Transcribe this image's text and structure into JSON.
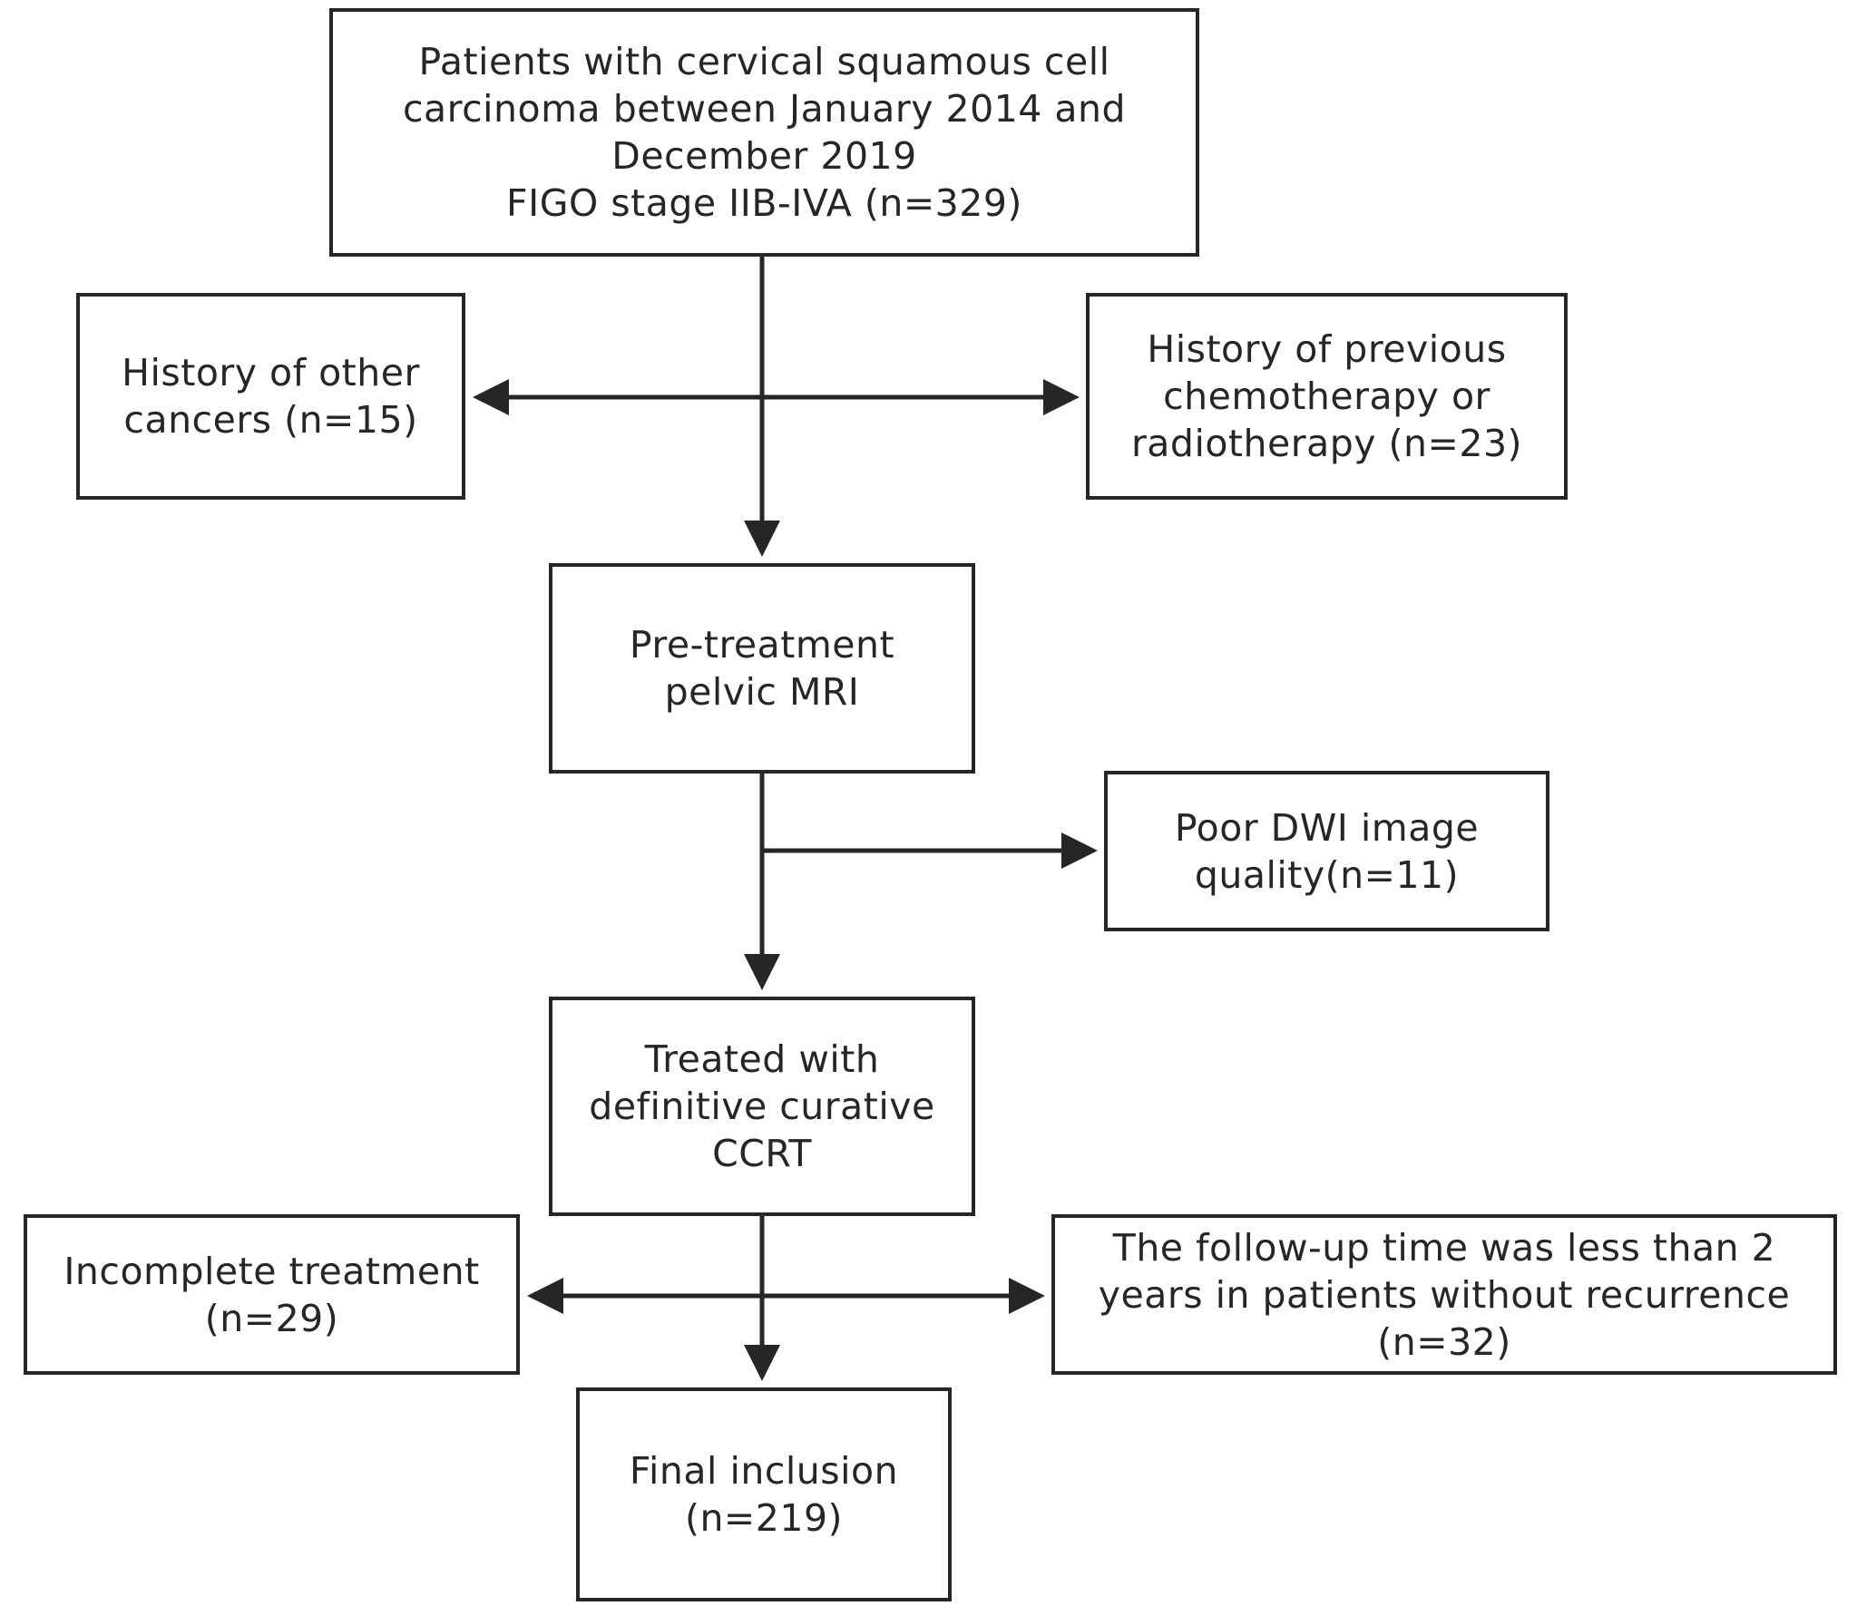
{
  "boxes": {
    "start": {
      "lines": [
        "Patients with cervical squamous cell",
        "carcinoma between January 2014 and",
        "December 2019",
        "FIGO stage IIB-IVA (n=329)"
      ]
    },
    "exclusion_other_cancers": {
      "lines": [
        "History of other",
        "cancers (n=15)"
      ]
    },
    "exclusion_previous_treatment": {
      "lines": [
        "History of previous",
        "chemotherapy or",
        "radiotherapy (n=23)"
      ]
    },
    "pretreatment_mri": {
      "lines": [
        "Pre-treatment",
        "pelvic MRI"
      ]
    },
    "exclusion_poor_dwi": {
      "lines": [
        "Poor DWI image",
        "quality(n=11)"
      ]
    },
    "treated_ccrt": {
      "lines": [
        "Treated with",
        "definitive curative",
        "CCRT"
      ]
    },
    "exclusion_incomplete": {
      "lines": [
        "Incomplete treatment",
        "(n=29)"
      ]
    },
    "exclusion_short_followup": {
      "lines": [
        "The follow-up time was less than 2",
        "years in patients without recurrence",
        "(n=32)"
      ]
    },
    "final_inclusion": {
      "lines": [
        "Final inclusion",
        "(n=219)"
      ]
    }
  },
  "colors": {
    "stroke": "#262626",
    "text": "#262626",
    "background": "#ffffff"
  }
}
